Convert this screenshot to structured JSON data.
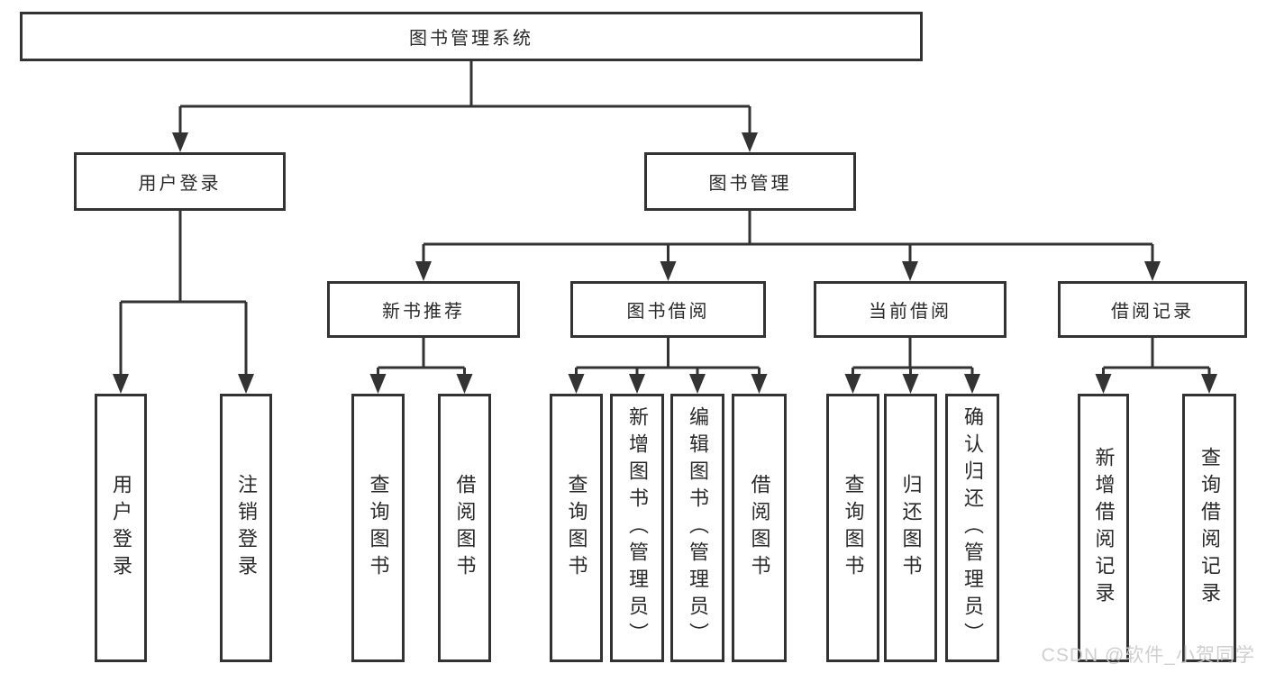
{
  "tree": {
    "root": {
      "label": "图书管理系统",
      "children": [
        {
          "label": "用户登录",
          "children": [
            {
              "label": "用户登录"
            },
            {
              "label": "注销登录"
            }
          ]
        },
        {
          "label": "图书管理",
          "children": [
            {
              "label": "新书推荐",
              "children": [
                {
                  "label": "查询图书"
                },
                {
                  "label": "借阅图书"
                }
              ]
            },
            {
              "label": "图书借阅",
              "children": [
                {
                  "label": "查询图书"
                },
                {
                  "label": "新增图书（管理员）"
                },
                {
                  "label": "编辑图书（管理员）"
                },
                {
                  "label": "借阅图书"
                }
              ]
            },
            {
              "label": "当前借阅",
              "children": [
                {
                  "label": "查询图书"
                },
                {
                  "label": "归还图书"
                },
                {
                  "label": "确认归还（管理员）"
                }
              ]
            },
            {
              "label": "借阅记录",
              "children": [
                {
                  "label": "新增借阅记录"
                },
                {
                  "label": "查询借阅记录"
                }
              ]
            }
          ]
        }
      ]
    }
  },
  "watermark": {
    "text": "CSDN @软件_小贺同学"
  },
  "colors": {
    "line": "#333333",
    "text": "#2a2a2a",
    "watermark": "#cbcbcb",
    "background": "#ffffff"
  }
}
